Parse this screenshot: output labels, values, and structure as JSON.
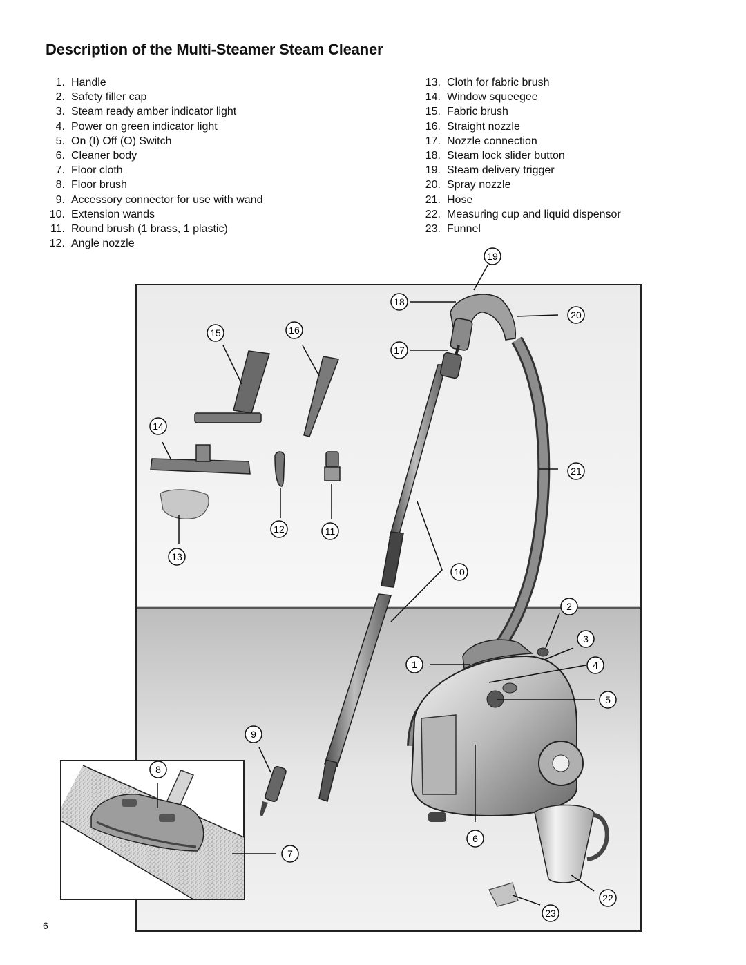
{
  "page": {
    "title": "Description of the Multi-Steamer Steam Cleaner",
    "page_number": "6"
  },
  "parts_left": [
    {
      "num": "1",
      "label": "Handle"
    },
    {
      "num": "2",
      "label": "Safety filler cap"
    },
    {
      "num": "3",
      "label": "Steam ready amber indicator light"
    },
    {
      "num": "4",
      "label": "Power on green indicator light"
    },
    {
      "num": "5",
      "label": "On (I) Off (O) Switch"
    },
    {
      "num": "6",
      "label": "Cleaner body"
    },
    {
      "num": "7",
      "label": "Floor cloth"
    },
    {
      "num": "8",
      "label": "Floor brush"
    },
    {
      "num": "9",
      "label": "Accessory connector for use with wand"
    },
    {
      "num": "10",
      "label": "Extension wands"
    },
    {
      "num": "11",
      "label": "Round brush (1 brass, 1 plastic)"
    },
    {
      "num": "12",
      "label": "Angle nozzle"
    }
  ],
  "parts_right": [
    {
      "num": "13",
      "label": "Cloth for fabric brush"
    },
    {
      "num": "14",
      "label": "Window squeegee"
    },
    {
      "num": "15",
      "label": "Fabric brush"
    },
    {
      "num": "16",
      "label": "Straight nozzle"
    },
    {
      "num": "17",
      "label": "Nozzle connection"
    },
    {
      "num": "18",
      "label": "Steam lock slider button"
    },
    {
      "num": "19",
      "label": "Steam delivery trigger"
    },
    {
      "num": "20",
      "label": "Spray nozzle"
    },
    {
      "num": "21",
      "label": "Hose"
    },
    {
      "num": "22",
      "label": "Measuring cup and liquid dispensor"
    },
    {
      "num": "23",
      "label": "Funnel"
    }
  ],
  "callouts": [
    "1",
    "2",
    "3",
    "4",
    "5",
    "6",
    "7",
    "8",
    "9",
    "10",
    "11",
    "12",
    "13",
    "14",
    "15",
    "16",
    "17",
    "18",
    "19",
    "20",
    "21",
    "22",
    "23"
  ]
}
